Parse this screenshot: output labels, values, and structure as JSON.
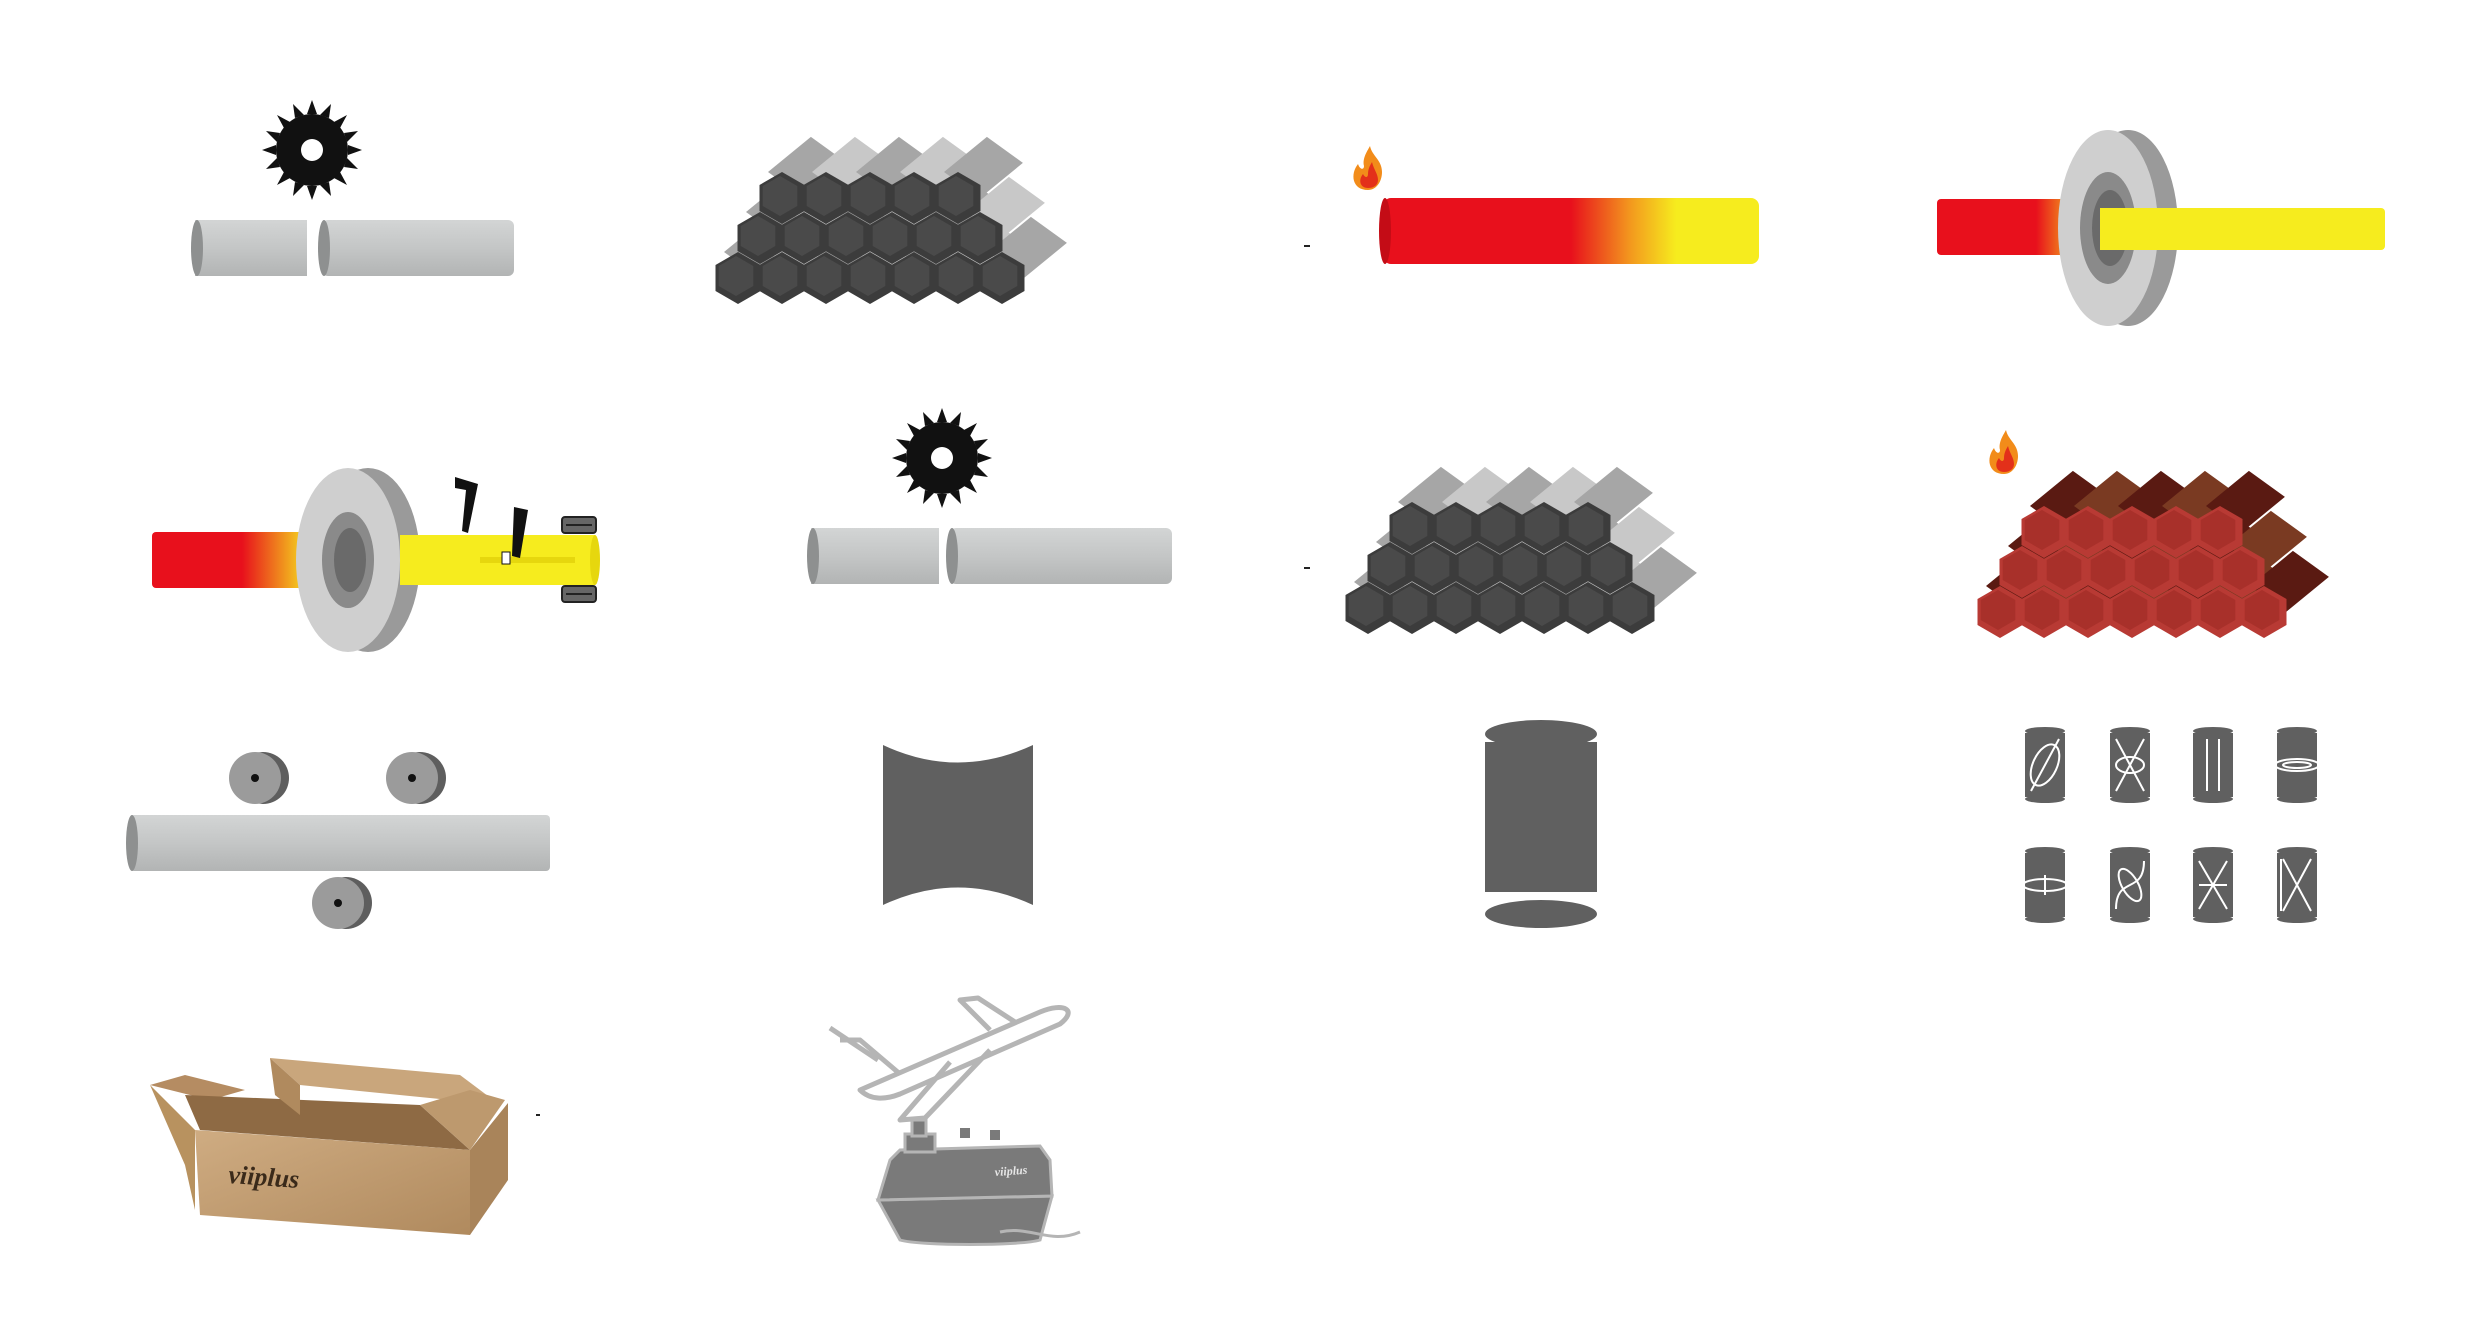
{
  "brand": {
    "box_text": "viiplus",
    "ship_text": "viiplus"
  },
  "colors": {
    "steel": "#c4c6c6",
    "steel_dark": "#8e9090",
    "iron_dark": "#4a4a4a",
    "ring_light": "#cfcfcf",
    "ring_mid": "#9a9a9a",
    "ring_dark": "#6a6a6a",
    "hot_red": "#e8101c",
    "hot_yellow": "#f6ec1e",
    "roll_light": "#9b9b9b",
    "roll_dark": "#5e5e5e",
    "shape_fill": "#606060",
    "cardboard": "#c8a47a",
    "cardboard_dark": "#a9845a",
    "transport_outline": "#b5b5b5",
    "flame_orange": "#f28c1a",
    "flame_red": "#e3301a",
    "rust": "#8e2620",
    "rust_dark": "#5a1410",
    "blade": "#111111"
  },
  "steps": [
    {
      "id": "saw-cutting",
      "icon": "saw-blade-icon"
    },
    {
      "id": "bar-stack",
      "icon": "bar-stack-icon"
    },
    {
      "id": "heating",
      "icon": "flame-icon"
    },
    {
      "id": "piercing",
      "icon": "piercing-ring-icon"
    },
    {
      "id": "rolling-with-mandrel",
      "icon": "mandrel-icon"
    },
    {
      "id": "tube-cutting",
      "icon": "saw-blade-icon"
    },
    {
      "id": "tube-stack",
      "icon": "tube-stack-icon"
    },
    {
      "id": "heat-treatment",
      "icon": "flame-icon"
    },
    {
      "id": "straightening",
      "icon": "roller-icon"
    },
    {
      "id": "end-shaping",
      "icon": "concave-tube-icon"
    },
    {
      "id": "end-finishing",
      "icon": "cylinder-icon"
    },
    {
      "id": "inspection-types",
      "icon": "tube-variants-icon"
    },
    {
      "id": "packaging",
      "icon": "cardboard-box-icon"
    },
    {
      "id": "shipping",
      "icon": "airplane-ship-icon"
    }
  ]
}
